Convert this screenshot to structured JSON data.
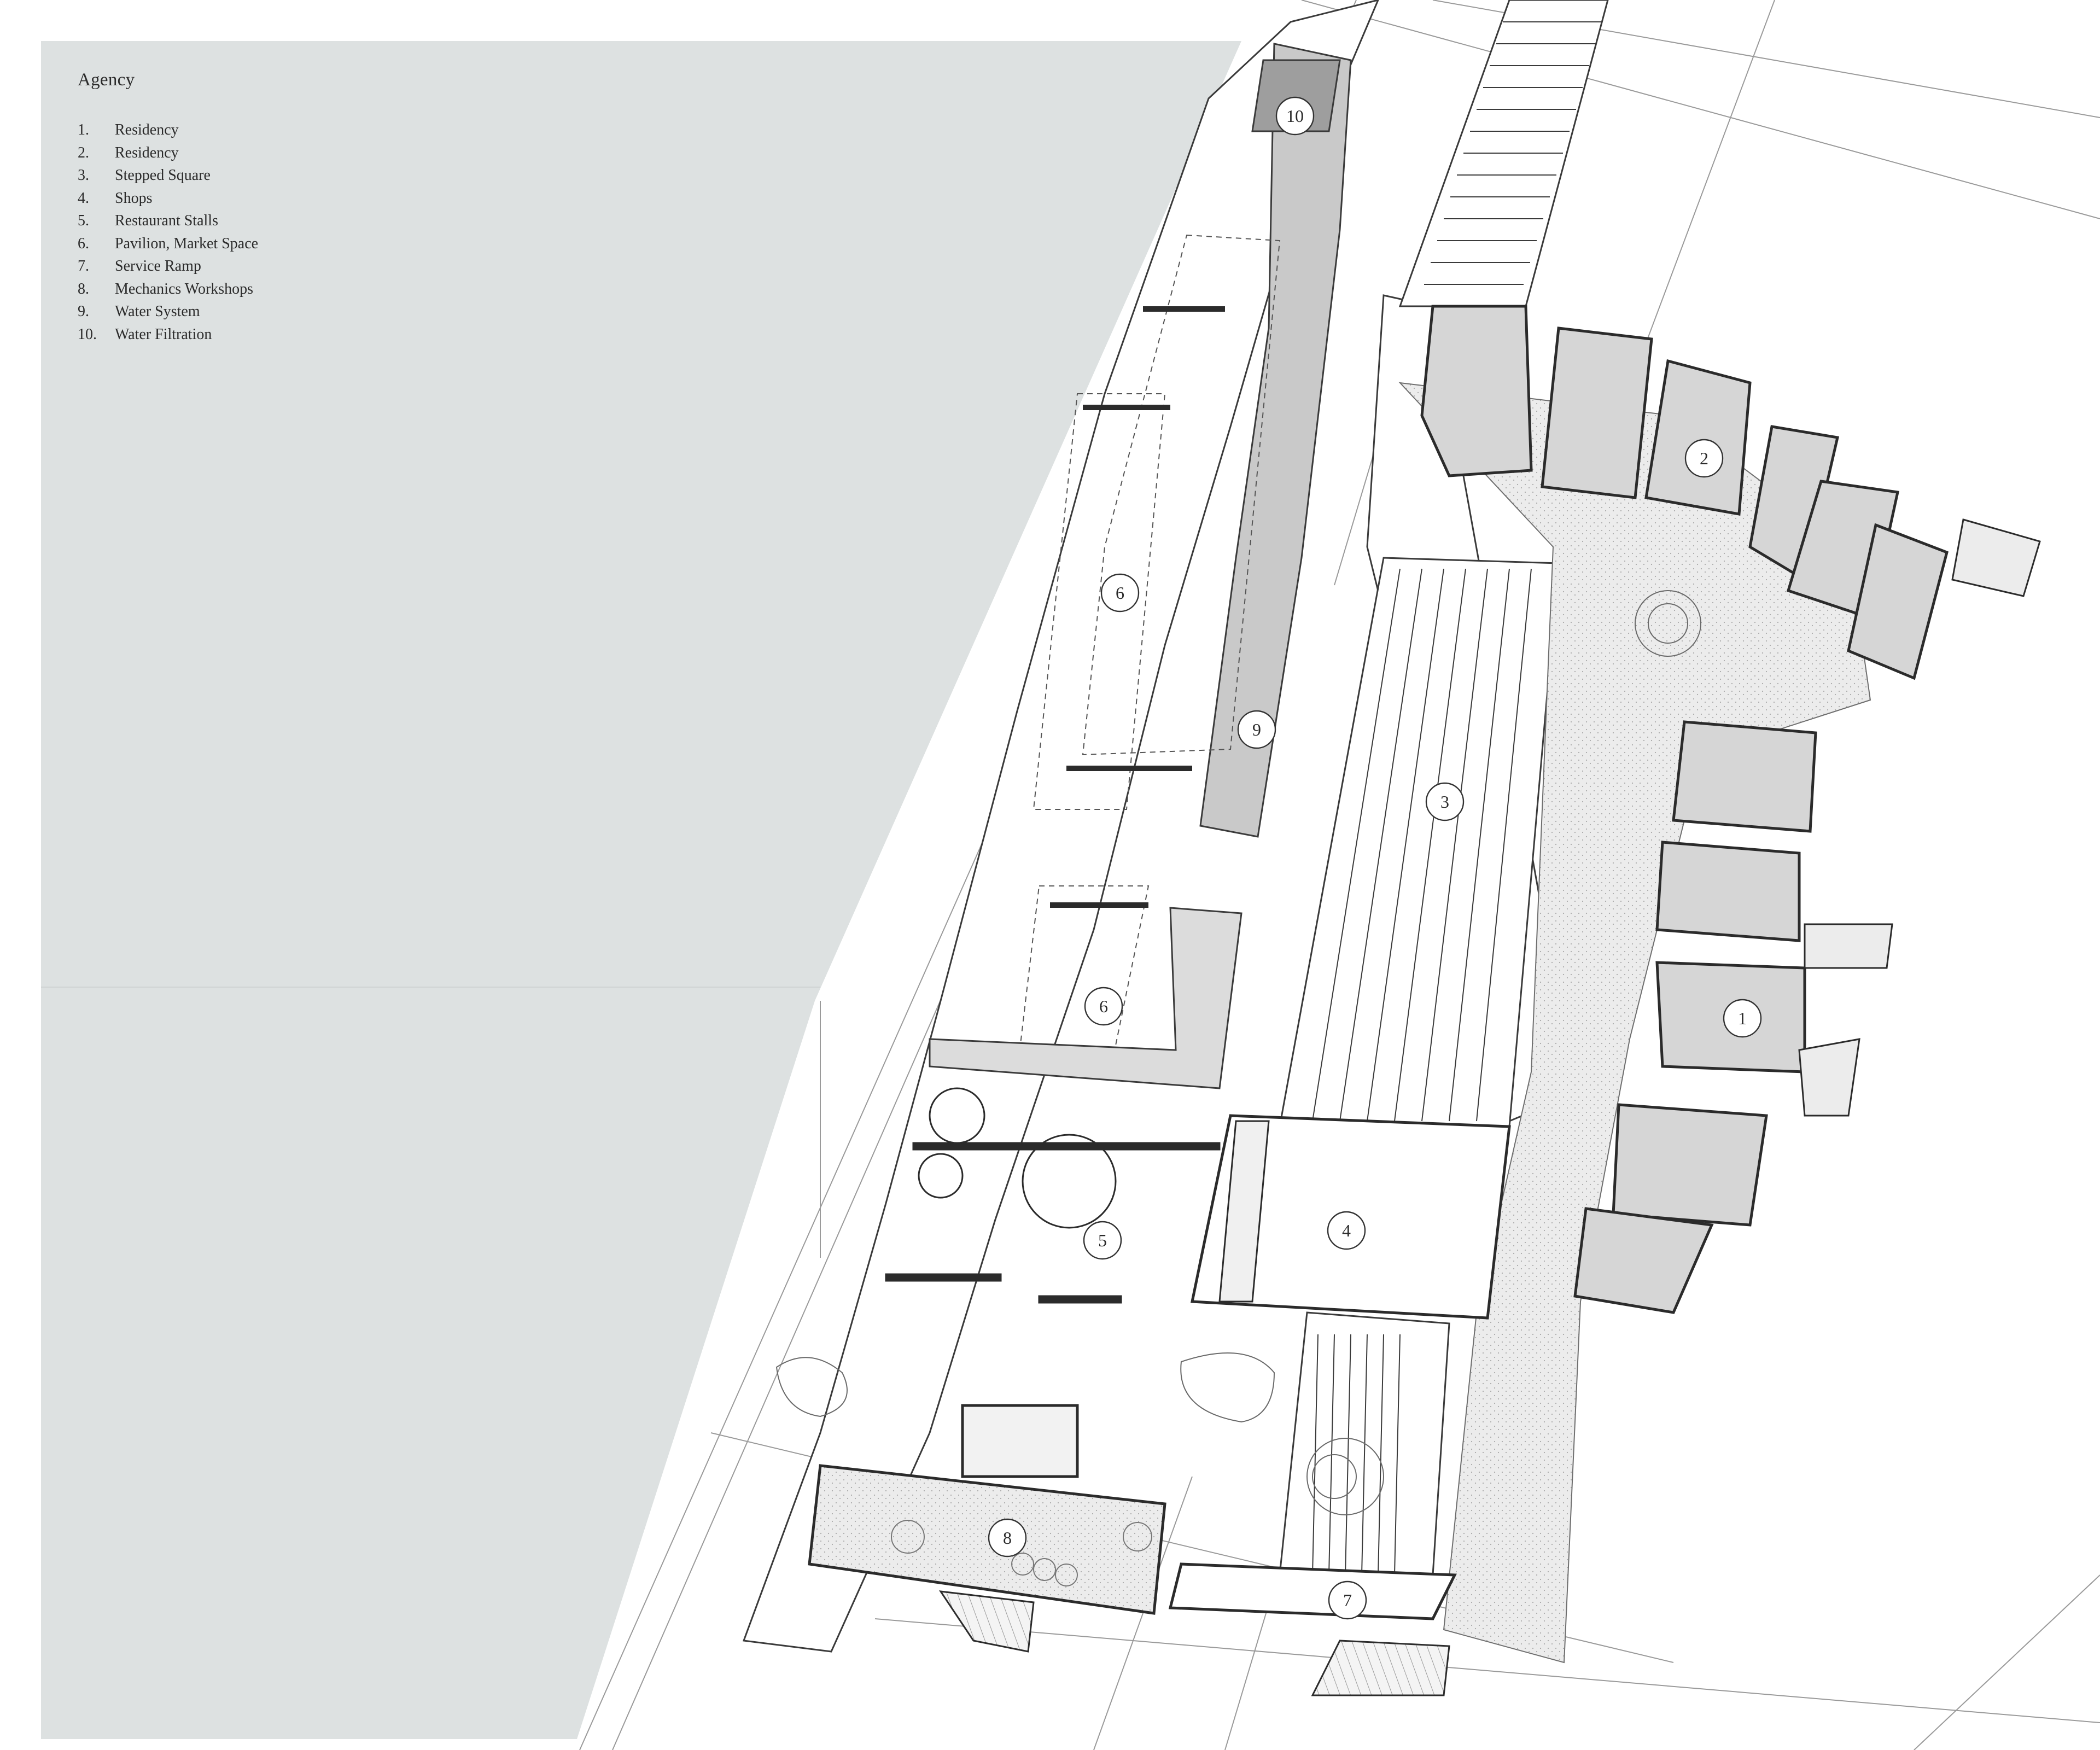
{
  "legend": {
    "title": "Agency",
    "items": [
      {
        "number": "1.",
        "label": "Residency"
      },
      {
        "number": "2.",
        "label": "Residency"
      },
      {
        "number": "3.",
        "label": "Stepped Square"
      },
      {
        "number": "4.",
        "label": "Shops"
      },
      {
        "number": "5.",
        "label": "Restaurant Stalls"
      },
      {
        "number": "6.",
        "label": "Pavilion, Market Space"
      },
      {
        "number": "7.",
        "label": "Service Ramp"
      },
      {
        "number": "8.",
        "label": "Mechanics Workshops"
      },
      {
        "number": "9.",
        "label": "Water System"
      },
      {
        "number": "10.",
        "label": "Water Filtration"
      }
    ]
  },
  "markers": [
    {
      "label": "1",
      "zone": "Residency"
    },
    {
      "label": "2",
      "zone": "Residency"
    },
    {
      "label": "3",
      "zone": "Stepped Square"
    },
    {
      "label": "4",
      "zone": "Shops"
    },
    {
      "label": "5",
      "zone": "Restaurant Stalls"
    },
    {
      "label": "6",
      "zone": "Pavilion, Market Space"
    },
    {
      "label": "6",
      "zone": "Pavilion, Market Space"
    },
    {
      "label": "7",
      "zone": "Service Ramp"
    },
    {
      "label": "8",
      "zone": "Mechanics Workshops"
    },
    {
      "label": "9",
      "zone": "Water System"
    },
    {
      "label": "10",
      "zone": "Water Filtration"
    }
  ],
  "colors": {
    "water_panel": "#dde1e1",
    "linework": "#3a3a3a",
    "light_linework": "#9a9a9a",
    "hatch_fill": "#d9d9d9",
    "dark_fill": "#9e9e9e"
  }
}
